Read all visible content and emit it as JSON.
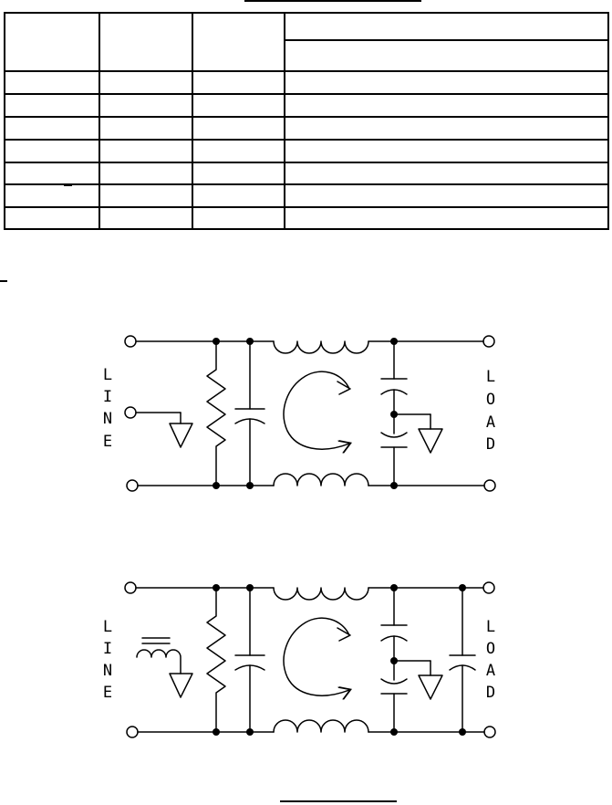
{
  "table": {
    "header": {
      "cells": [
        "",
        "",
        "",
        "",
        ""
      ]
    },
    "rows": [
      [
        "",
        "",
        "",
        ""
      ],
      [
        "",
        "",
        "",
        ""
      ],
      [
        "",
        "",
        "",
        ""
      ],
      [
        "",
        "",
        "",
        ""
      ],
      [
        "",
        "",
        "",
        ""
      ],
      [
        "",
        "",
        "",
        ""
      ],
      [
        "",
        "",
        "",
        ""
      ]
    ]
  },
  "diagrams": [
    {
      "line_label": [
        "L",
        "I",
        "N",
        "E"
      ],
      "load_label": [
        "L",
        "O",
        "A",
        "D"
      ],
      "input_ground": "ground-symbol"
    },
    {
      "line_label": [
        "L",
        "I",
        "N",
        "E"
      ],
      "load_label": [
        "L",
        "O",
        "A",
        "D"
      ],
      "input_ground": "choke-ground-symbol"
    }
  ],
  "colors": {
    "ink": "#000000",
    "paper": "#ffffff"
  }
}
